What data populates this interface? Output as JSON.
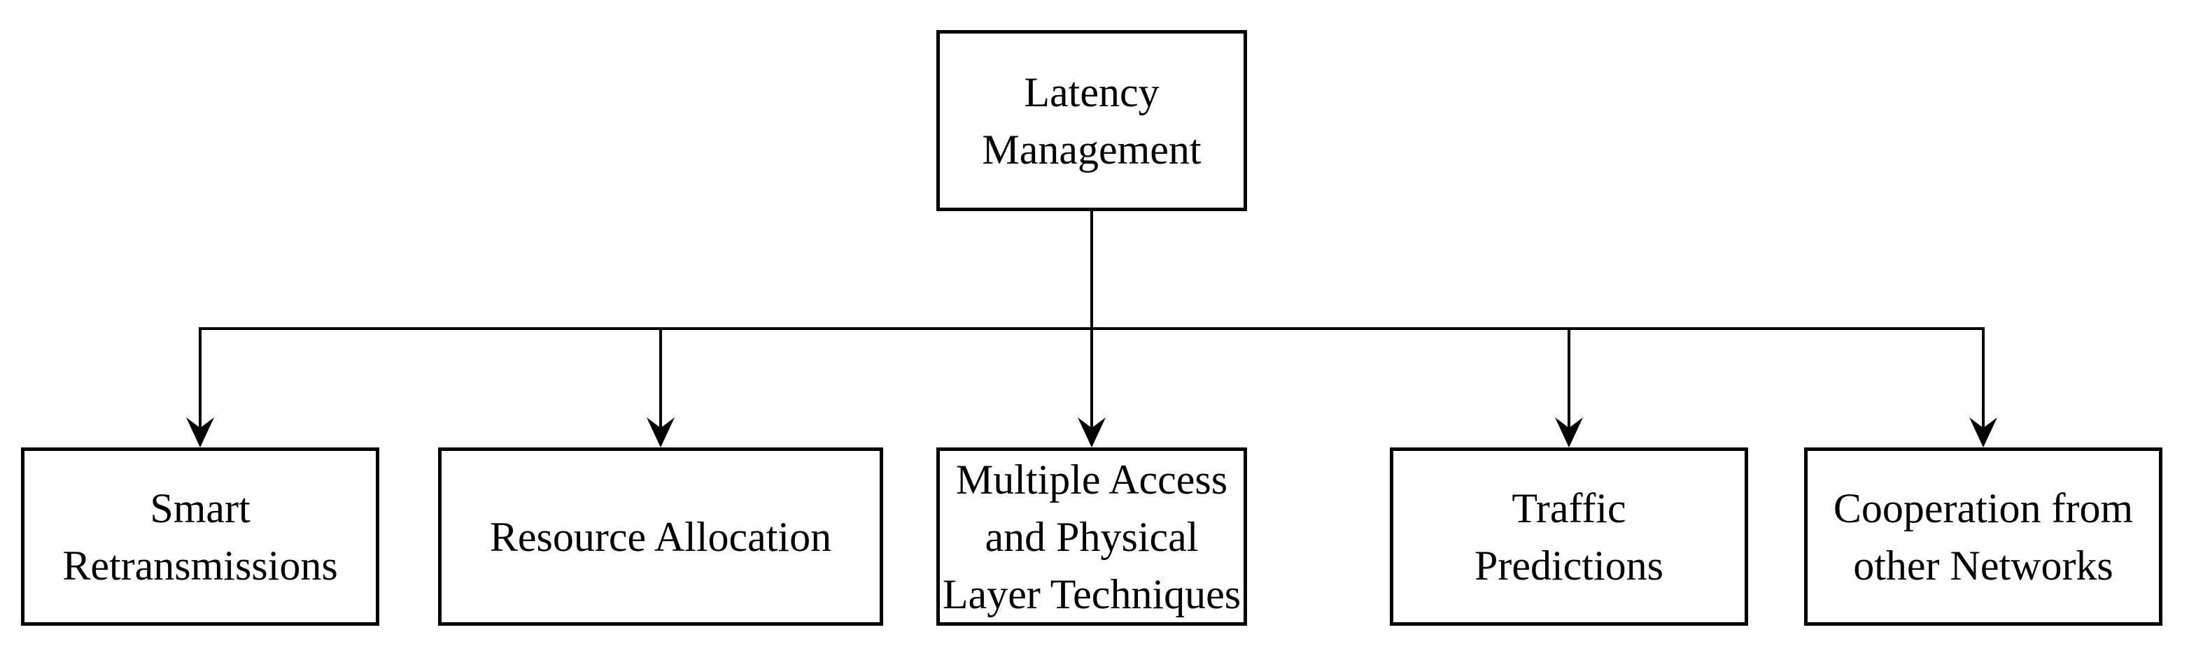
{
  "diagram": {
    "root": {
      "label": "Latency Management",
      "lines": [
        "Latency",
        "Management"
      ]
    },
    "children": [
      {
        "label": "Smart Retransmissions",
        "lines": [
          "Smart",
          "Retransmissions"
        ]
      },
      {
        "label": "Resource Allocation",
        "lines": [
          "Resource Allocation"
        ]
      },
      {
        "label": "Multiple Access and Physical Layer Techniques",
        "lines": [
          "Multiple Access",
          "and Physical",
          "Layer Techniques"
        ]
      },
      {
        "label": "Traffic Predictions",
        "lines": [
          "Traffic",
          "Predictions"
        ]
      },
      {
        "label": "Cooperation from other Networks",
        "lines": [
          "Cooperation from",
          "other Networks"
        ]
      }
    ],
    "edges": [
      {
        "from": "Latency Management",
        "to": "Smart Retransmissions"
      },
      {
        "from": "Latency Management",
        "to": "Resource Allocation"
      },
      {
        "from": "Latency Management",
        "to": "Multiple Access and Physical Layer Techniques"
      },
      {
        "from": "Latency Management",
        "to": "Traffic Predictions"
      },
      {
        "from": "Latency Management",
        "to": "Cooperation from other Networks"
      }
    ],
    "colors": {
      "line": "#000000",
      "box_border": "#000000",
      "box_fill": "#ffffff",
      "text": "#000000",
      "background": "#ffffff"
    }
  }
}
